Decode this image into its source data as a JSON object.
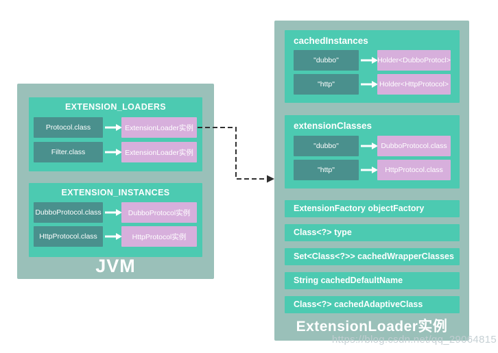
{
  "jvm": {
    "title": "JVM",
    "sections": [
      {
        "title": "EXTENSION_LOADERS",
        "rows": [
          {
            "key": "Protocol.class",
            "value": "ExtensionLoader实例"
          },
          {
            "key": "Filter.class",
            "value": "ExtensionLoader实例"
          }
        ]
      },
      {
        "title": "EXTENSION_INSTANCES",
        "rows": [
          {
            "key": "DubboProtocol.class",
            "value": "DubboProtocol实例"
          },
          {
            "key": "HttpProtocol.class",
            "value": "HttpProtocol实例"
          }
        ]
      }
    ]
  },
  "loader": {
    "title": "ExtensionLoader实例",
    "sections": [
      {
        "title": "cachedInstances",
        "rows": [
          {
            "key": "\"dubbo\"",
            "value": "Holder<DubboProtocl>"
          },
          {
            "key": "\"http\"",
            "value": "Holder<HttpProtocol>"
          }
        ]
      },
      {
        "title": "extensionClasses",
        "rows": [
          {
            "key": "\"dubbo\"",
            "value": "DubboProtocol.class"
          },
          {
            "key": "\"http\"",
            "value": "HttpProtocol.class"
          }
        ]
      }
    ],
    "fields": [
      "ExtensionFactory objectFactory",
      "Class<?> type",
      "Set<Class<?>> cachedWrapperClasses",
      "String cachedDefaultName",
      "Class<?> cachedAdaptiveClass"
    ]
  },
  "watermark": {
    "text": "https://blog.csdn.net/qq_29064815"
  },
  "colors": {
    "panel_bg": "#9ac0b9",
    "section_bg": "#4ccab1",
    "key_box_bg": "#4a908d",
    "value_box_bg": "#d7afdc",
    "text": "#ffffff",
    "dashed_arrow": "#2f2f2f"
  }
}
